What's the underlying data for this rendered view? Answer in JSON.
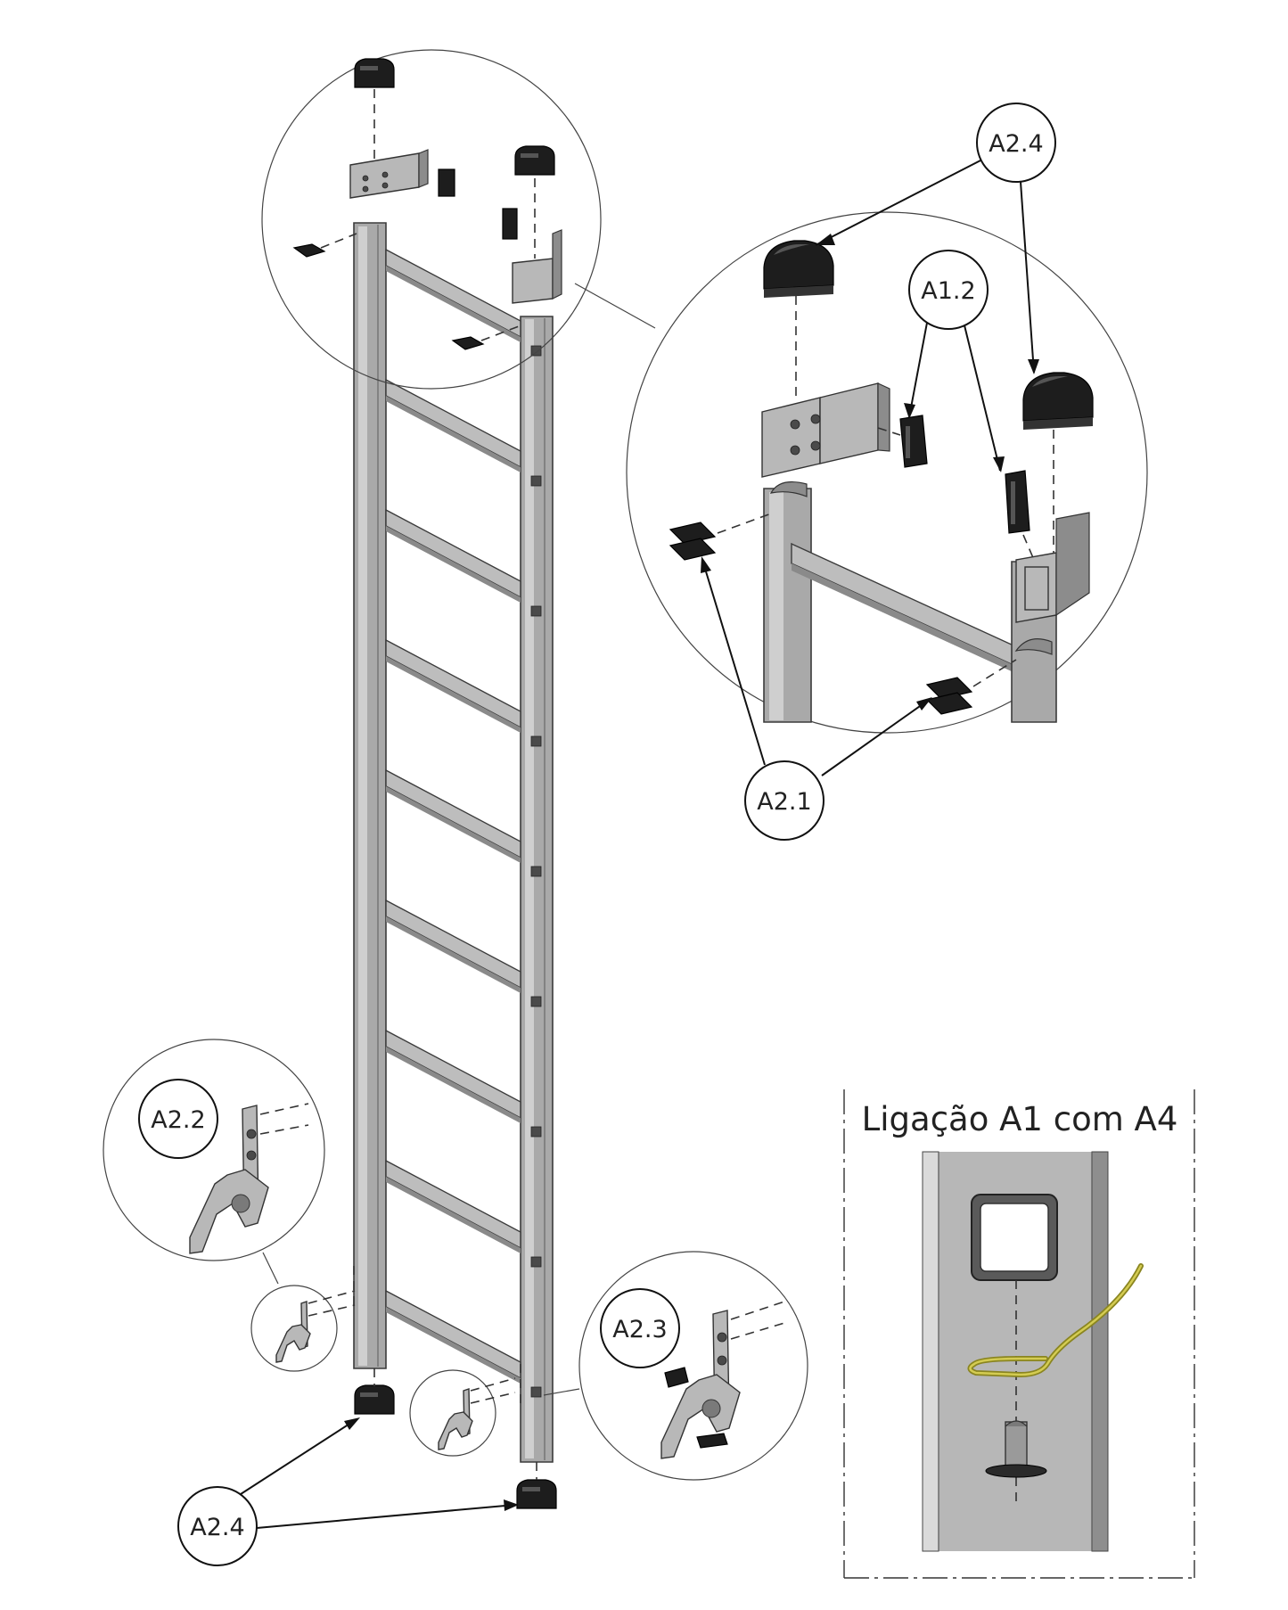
{
  "callouts": {
    "a24_top": "A2.4",
    "a12": "A1.2",
    "a21": "A2.1",
    "a22": "A2.2",
    "a23": "A2.3",
    "a24_bottom": "A2.4"
  },
  "detail_title": "Ligação A1 com A4"
}
